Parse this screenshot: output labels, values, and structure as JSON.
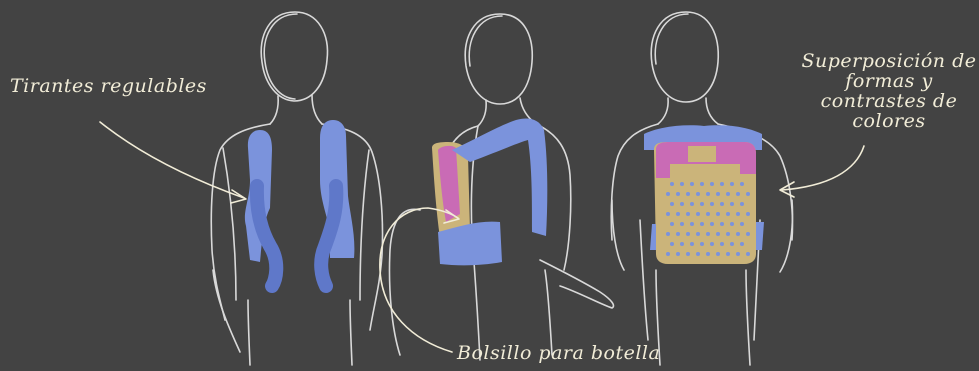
{
  "labels": {
    "straps": "Tirantes regulables",
    "pocket": "Bolsillo para botella",
    "overlay": [
      "Superposición de",
      "formas y",
      "contrastes de",
      "colores"
    ]
  },
  "colors": {
    "background": "#434343",
    "sketch_line": "#e6e6e6",
    "blue": "#7b93dc",
    "blue_dark": "#5f78c9",
    "pink": "#c96bb5",
    "tan": "#cbb47a",
    "text": "#f1ecd7"
  }
}
